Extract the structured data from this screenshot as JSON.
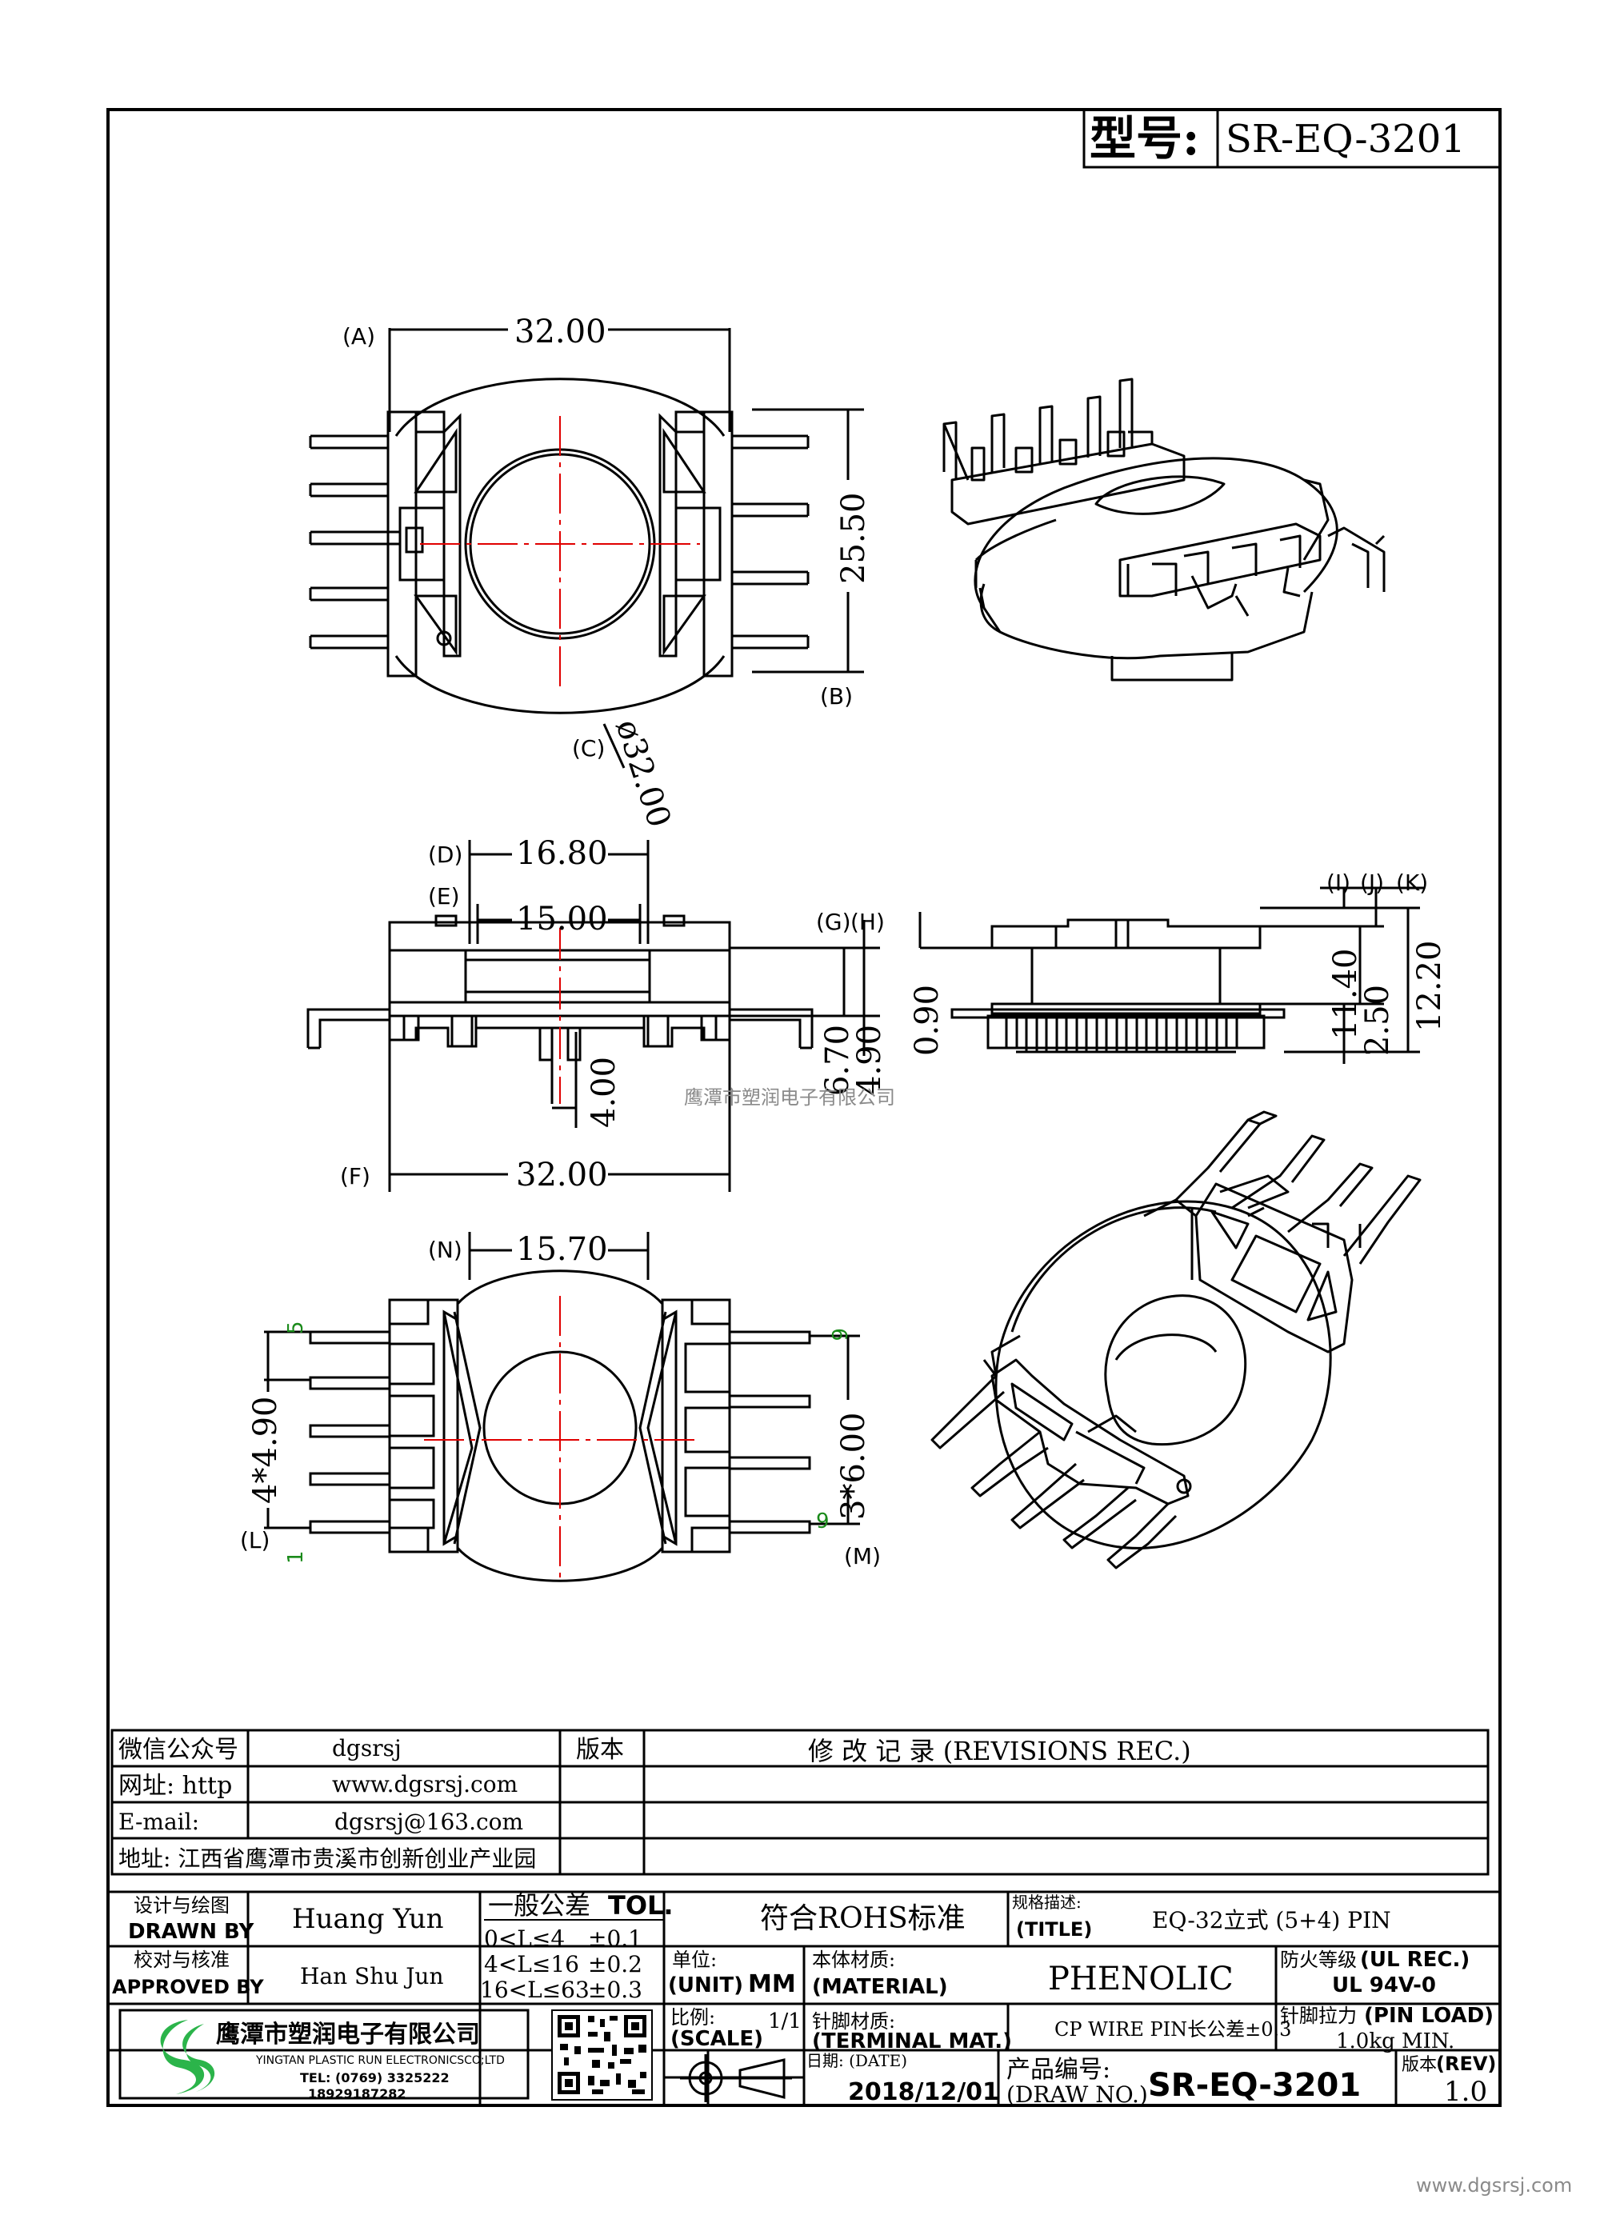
{
  "header": {
    "model_label": "型号:",
    "model_value": "SR-EQ-3201"
  },
  "top_view": {
    "ref_a": "(A)",
    "width_dim": "32.00",
    "height_dim": "25.50",
    "ref_b": "(B)",
    "ref_c": "(C)",
    "dia_dim": "ø32.00"
  },
  "front_view": {
    "ref_d": "(D)",
    "dim_d": "16.80",
    "ref_e": "(E)",
    "dim_e": "15.00",
    "ref_g": "(G)",
    "ref_h": "(H)",
    "dim_g": "6.70",
    "dim_h": "4.90",
    "dim_pin": "4.00",
    "ref_f": "(F)",
    "dim_f": "32.00"
  },
  "side_view": {
    "ref_i": "(I)",
    "ref_j": "(J)",
    "ref_k": "(K)",
    "dim_left": "0.90",
    "dim_i": "11.40",
    "dim_j": "2.50",
    "dim_k": "12.20"
  },
  "watermark": "鹰潭市塑润电子有限公司",
  "bottom_view": {
    "ref_n": "(N)",
    "dim_n": "15.70",
    "pin5": "5",
    "pin1": "1",
    "pin6": "6",
    "pin9": "9",
    "dim_l": "4*4.90",
    "ref_l": "(L)",
    "dim_m": "3*6.00",
    "ref_m": "(M)"
  },
  "contact_table": {
    "wechat_label": "微信公众号",
    "wechat_value": "dgsrsj",
    "web_label": "网址: http",
    "web_value": "www.dgsrsj.com",
    "email_label": "E-mail:",
    "email_value": "dgsrsj@163.com",
    "address": "地址: 江西省鹰潭市贵溪市创新创业产业园",
    "version_header": "版本",
    "revisions_header": "修 改 记 录 (REVISIONS REC.)"
  },
  "title_block": {
    "drawn_cn": "设计与绘图",
    "drawn_en": "DRAWN BY",
    "drawn_value": "Huang Yun",
    "approved_cn": "校对与核准",
    "approved_en": "APPROVED BY",
    "approved_value": "Han Shu Jun",
    "tol_cn": "一般公差",
    "tol_en": "TOL.",
    "tol_row1_range": "0<L≤4",
    "tol_row1_value": "±0.1",
    "tol_row2_range": "4<L≤16",
    "tol_row2_value": "±0.2",
    "tol_row3_range": "16<L≤63",
    "tol_row3_value": "±0.3",
    "rohs": "符合ROHS标准",
    "title_cn": "规格描述:",
    "title_en": "(TITLE)",
    "title_value": "EQ-32立式 (5+4) PIN",
    "unit_cn": "单位:",
    "unit_en": "(UNIT)",
    "unit_value": "MM",
    "material_cn": "本体材质:",
    "material_en": "(MATERIAL)",
    "material_value": "PHENOLIC",
    "ul_cn": "防火等级",
    "ul_en": "(UL REC.)",
    "ul_value": "UL 94V-0",
    "scale_cn": "比例:",
    "scale_en": "(SCALE)",
    "scale_value": "1/1",
    "terminal_cn": "针脚材质:",
    "terminal_en": "(TERMINAL MAT.)",
    "terminal_value": "CP WIRE  PIN长公差±0.3",
    "pinload_cn": "针脚拉力",
    "pinload_en": "(PIN LOAD)",
    "pinload_value": "1.0kg MIN.",
    "date_label": "日期: (DATE)",
    "date_value": "2018/12/01",
    "drawno_cn": "产品编号:",
    "drawno_en": "(DRAW NO.)",
    "drawno_value": "SR-EQ-3201",
    "rev_cn": "版本",
    "rev_en": "(REV)",
    "rev_value": "1.0",
    "company_cn": "鹰潭市塑润电子有限公司",
    "company_en": "YINGTAN PLASTIC RUN ELECTRONICSCO;LTD",
    "company_tel": "TEL: (0769) 3325222",
    "company_mobile": "18929187282"
  },
  "footer_url": "www.dgsrsj.com",
  "colors": {
    "line": "#000000",
    "center_line": "#e00000",
    "pin_number": "#1a8a1a",
    "logo_green": "#2bb44a",
    "watermark": "#8a8a8a"
  }
}
